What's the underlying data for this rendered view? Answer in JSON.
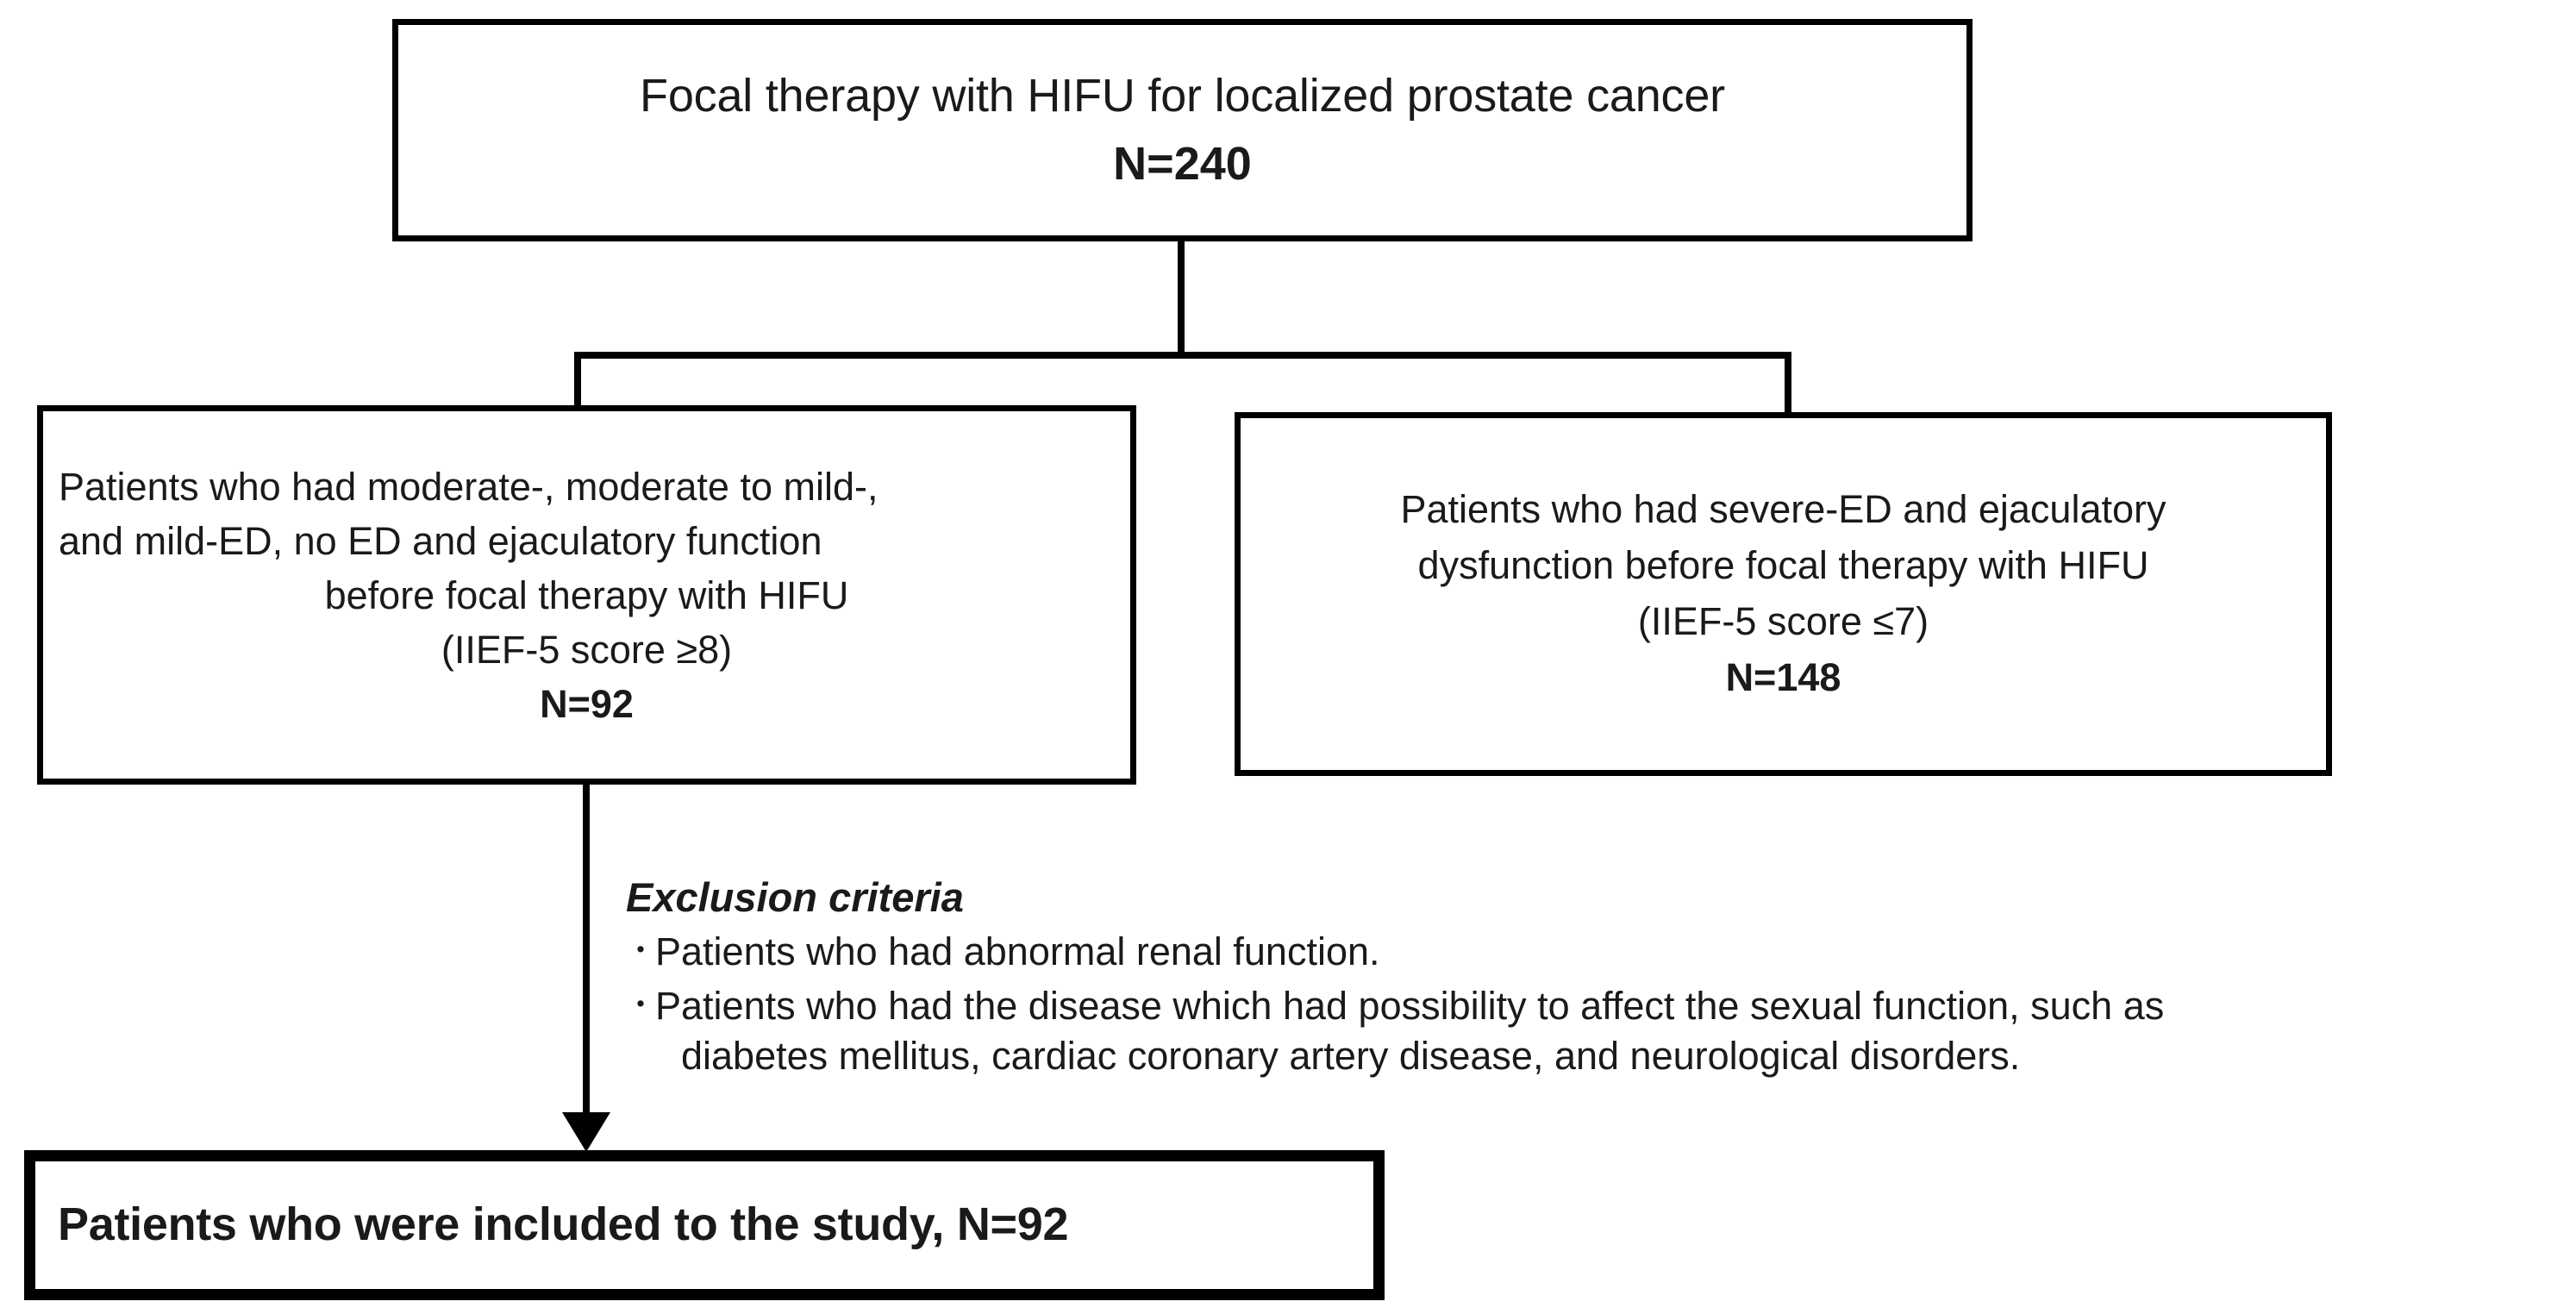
{
  "diagram": {
    "type": "study-flow-diagram",
    "colors": {
      "stroke": "#000000",
      "background": "#ffffff",
      "text": "#1a1a1a"
    },
    "top_box": {
      "title": "Focal therapy with HIFU for localized prostate cancer",
      "n_label": "N=240"
    },
    "left_box": {
      "line1": "Patients who had moderate-, moderate to mild-,",
      "line2": "and mild-ED, no ED and ejaculatory function",
      "line3": "before focal therapy with HIFU",
      "line4": "(IIEF-5 score ≥8)",
      "n_label": "N=92"
    },
    "right_box": {
      "line1": "Patients who had severe-ED and ejaculatory",
      "line2": "dysfunction before focal therapy with HIFU",
      "line3": "(IIEF-5 score ≤7)",
      "n_label": "N=148"
    },
    "exclusion": {
      "title": "Exclusion criteria",
      "bullet_glyph": "・",
      "items": [
        {
          "text": "Patients who had abnormal renal function.",
          "continuation": ""
        },
        {
          "text": "Patients who had the disease which had possibility to affect the sexual function, such as",
          "continuation": "diabetes mellitus, cardiac coronary artery disease, and neurological disorders."
        }
      ]
    },
    "bottom_box": {
      "label": "Patients who were included to the study, N=92"
    }
  }
}
